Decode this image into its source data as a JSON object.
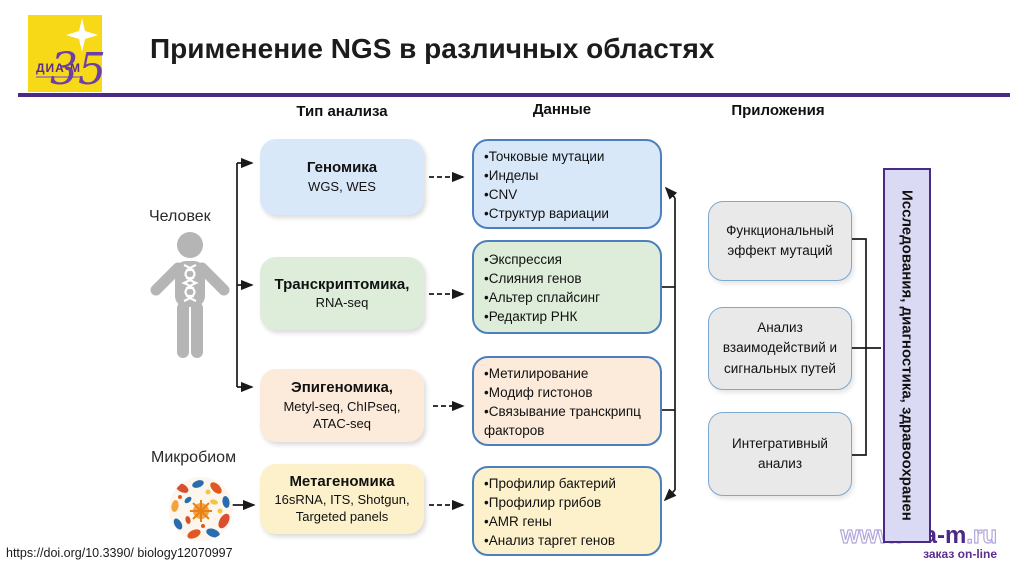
{
  "header": {
    "logo_brand": "ДИА•М",
    "logo_anniversary": "35",
    "title": "Применение NGS в различных областях"
  },
  "columns": {
    "analysis_type": "Тип анализа",
    "data": "Данные",
    "applications": "Приложения"
  },
  "sources": {
    "human": "Человек",
    "microbiome": "Микробиом"
  },
  "rows": [
    {
      "title": "Геномика",
      "subtitle": "WGS, WES",
      "subtitle2": "",
      "color": "#D9E8F9",
      "items": [
        "Точковые мутации",
        "Инделы",
        "CNV",
        "Структур вариации"
      ]
    },
    {
      "title": "Транскриптомика,",
      "subtitle": "RNA-seq",
      "subtitle2": "",
      "color": "#DEEDDA",
      "items": [
        "Экспрессия",
        "Слияния генов",
        "Альтер сплайсинг",
        "Редактир РНК"
      ]
    },
    {
      "title": "Эпигеномика,",
      "subtitle": "Metyl-seq, ChIPseq,",
      "subtitle2": "ATAC-seq",
      "color": "#FCEBDA",
      "items": [
        "Метилирование",
        "Модиф гистонов",
        "Связывание транскрипц факторов"
      ]
    },
    {
      "title": "Метагеномика",
      "subtitle": "16sRNA, ITS, Shotgun,",
      "subtitle2": "Targeted panels",
      "color": "#FCF1CB",
      "items": [
        "Профилир бактерий",
        "Профилир грибов",
        "AMR гены",
        "Анализ таргет генов"
      ]
    }
  ],
  "applications": [
    {
      "label": "Функциональный эффект мутаций"
    },
    {
      "label": "Анализ взаимодействий и сигнальных путей"
    },
    {
      "label": "Интегративный анализ"
    }
  ],
  "banner": {
    "label": "Исследования, диагностика, здравоохранен",
    "bg": "#DBDAF4",
    "border": "#4B2A87"
  },
  "footer": {
    "doi": "https://doi.org/10.3390/ biology12070997",
    "watermark_prefix": "www.",
    "watermark_brand": "dia-m",
    "watermark_suffix": ".ru",
    "watermark_tagline": "заказ on-line"
  },
  "colors": {
    "accent_purple": "#4B2A87",
    "data_border_blue": "#4C7FBE",
    "app_gray": "#E9E9E9"
  }
}
